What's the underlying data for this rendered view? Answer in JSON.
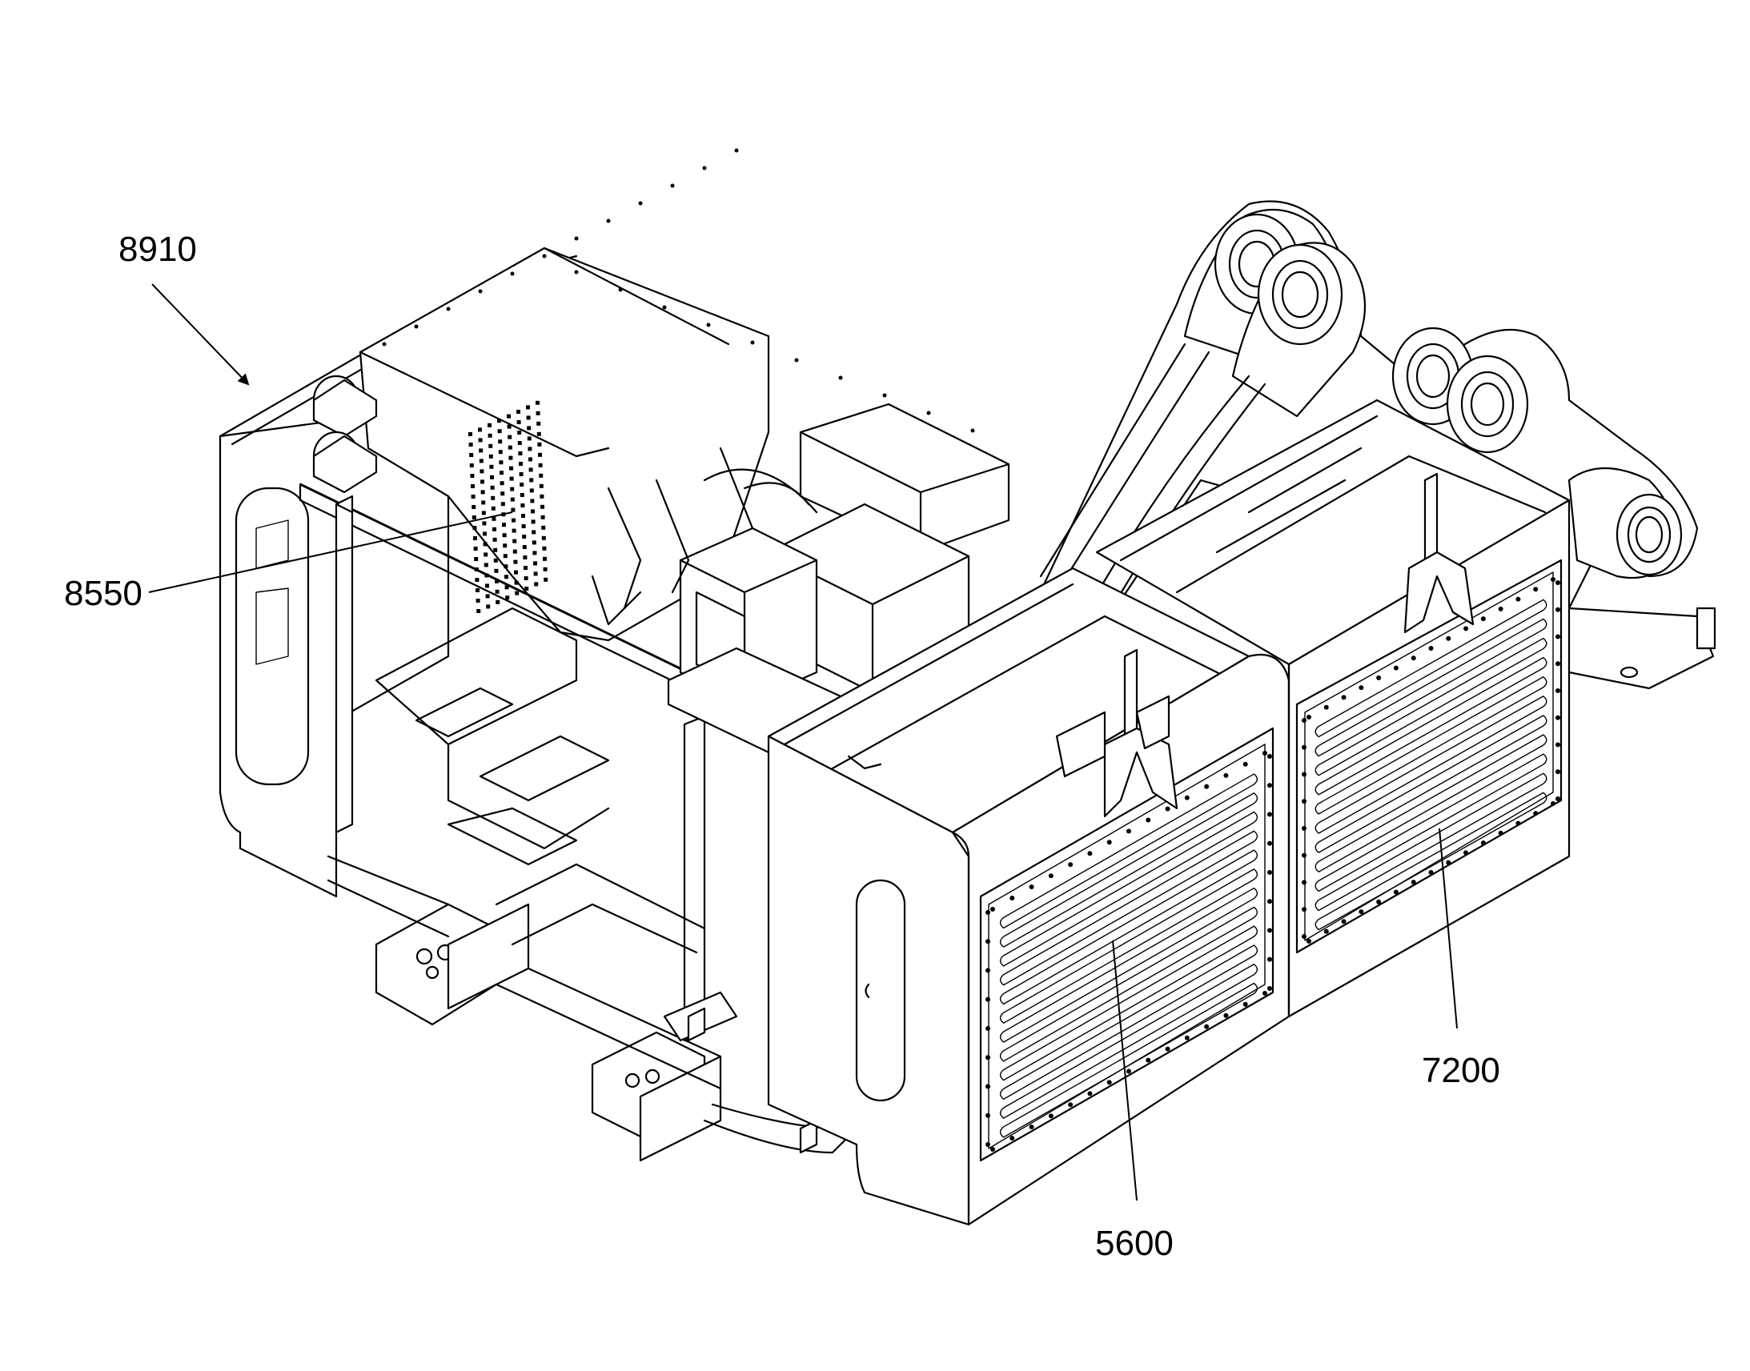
{
  "figure": {
    "reference_numerals": {
      "assembly": "8910",
      "grille_panel": "8550",
      "left_cooler_panel": "5600",
      "right_cooler_panel": "7200"
    }
  },
  "colors": {
    "line": "#000000",
    "background": "#ffffff"
  }
}
